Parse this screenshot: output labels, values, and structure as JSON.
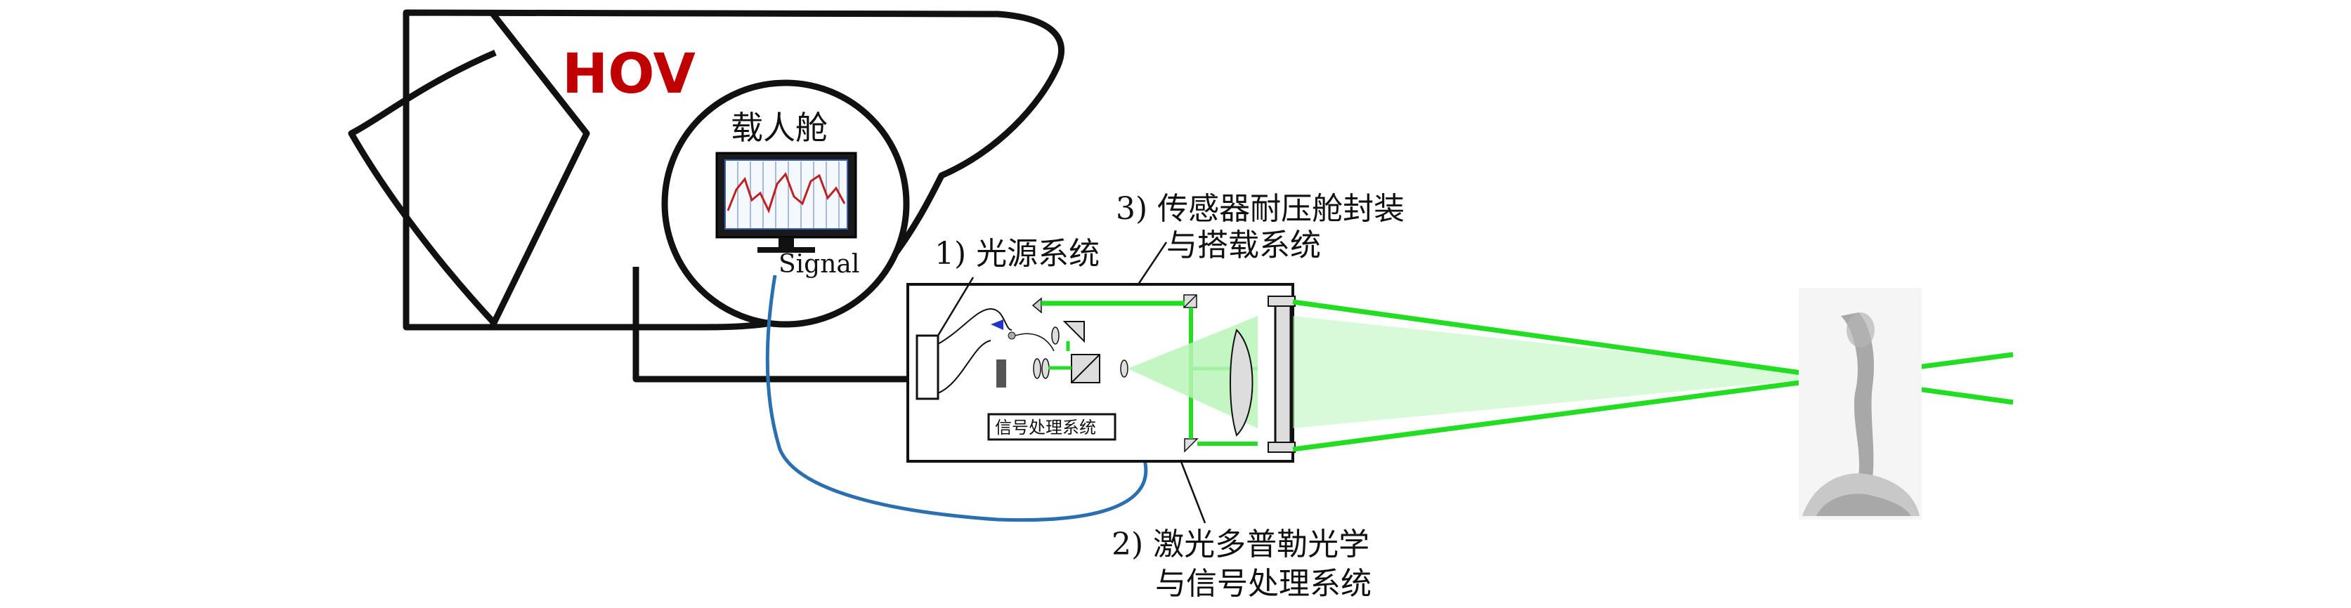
{
  "vehicle": {
    "name": "HOV",
    "cabin_label": "载人舱",
    "signal_label": "Signal"
  },
  "labels": {
    "light_source": "1) 光源系统",
    "laser_doppler_line1": "2) 激光多普勒光学",
    "laser_doppler_line2": "与信号处理系统",
    "pressure_housing_line1": "3) 传感器耐压舱封装",
    "pressure_housing_line2": "与搭载系统",
    "signal_processing_box": "信号处理系统"
  },
  "colors": {
    "hov_red": "#c00000",
    "laser_green": "#22dd22",
    "beam_light_green": "#b8f5b8",
    "cable_blue": "#2a6fb0",
    "outline": "#111111"
  }
}
